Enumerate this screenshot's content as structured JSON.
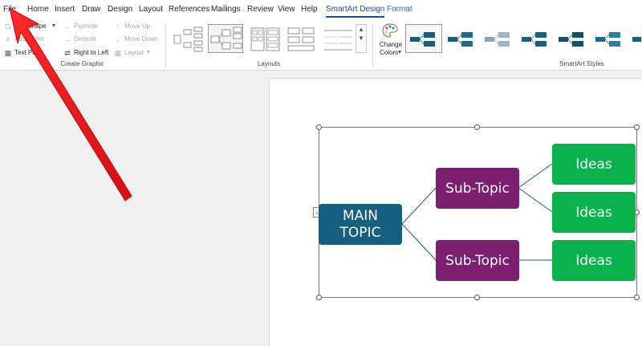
{
  "menu": {
    "tabs": [
      {
        "label": "File"
      },
      {
        "label": "Home"
      },
      {
        "label": "Insert"
      },
      {
        "label": "Draw"
      },
      {
        "label": "Design"
      },
      {
        "label": "Layout"
      },
      {
        "label": "References"
      },
      {
        "label": "Mailings"
      },
      {
        "label": "Review"
      },
      {
        "label": "View"
      },
      {
        "label": "Help"
      },
      {
        "label": "SmartArt Design"
      },
      {
        "label": "Format"
      }
    ],
    "active_tab": "SmartArt Design"
  },
  "ribbon": {
    "create_graphic": {
      "add_shape": "Add Shape",
      "add_bullet": "Add Bullet",
      "text_pane": "Text Pane",
      "promote": "Promote",
      "demote": "Demote",
      "right_to_left": "Right to Left",
      "move_up": "Move Up",
      "move_down": "Move Down",
      "layout": "Layout",
      "group_label": "Create Graphic"
    },
    "layouts": {
      "group_label": "Layouts"
    },
    "change_colors": {
      "line1": "Change",
      "line2": "Colors"
    },
    "smartart_styles": {
      "group_label": "SmartArt Styles"
    }
  },
  "diagram": {
    "main": {
      "line1": "MAIN",
      "line2": "TOPIC"
    },
    "subtopics": [
      "Sub-Topic",
      "Sub-Topic"
    ],
    "ideas": [
      "Ideas",
      "Ideas",
      "Ideas"
    ],
    "colors": {
      "main": "#175f80",
      "subtopic": "#7b1f6e",
      "idea": "#0ab24e",
      "connector": "#1d5b7a"
    }
  },
  "annotation": {
    "arrow_color": "#e8141b"
  }
}
